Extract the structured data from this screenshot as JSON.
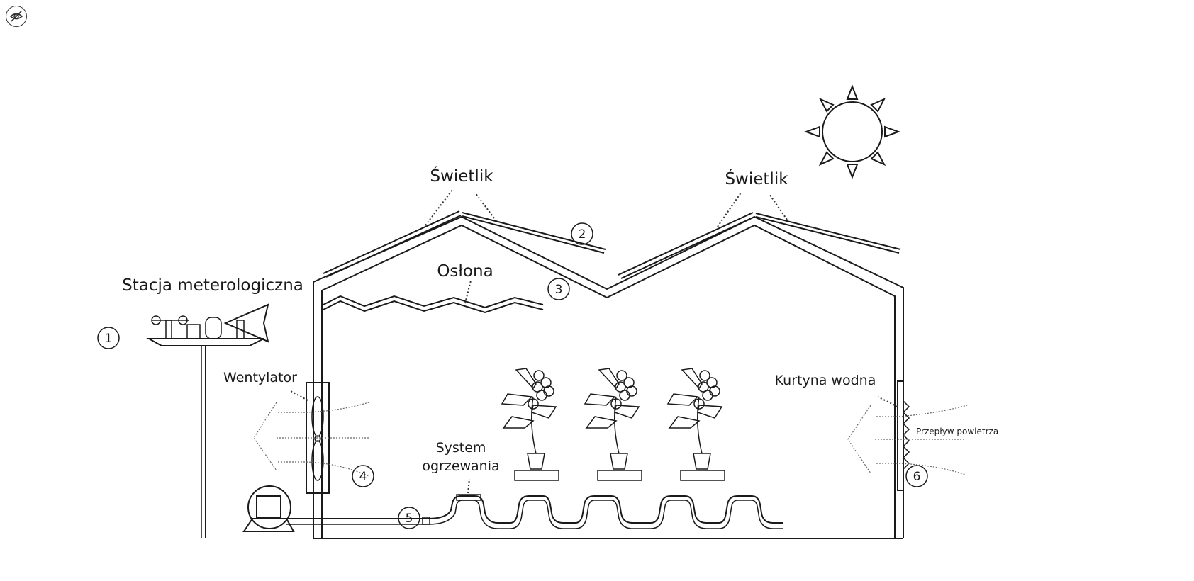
{
  "toolbar": {
    "visibility_icon": "eye-slash-icon"
  },
  "labels": {
    "skylight_left": "Świetlik",
    "skylight_right": "Świetlik",
    "screen": "Osłona",
    "weather_station": "Stacja meterologiczna",
    "fan": "Wentylator",
    "water_curtain": "Kurtyna wodna",
    "airflow": "Przepływ powietrza",
    "heating_line1": "System",
    "heating_line2": "ogrzewania"
  },
  "markers": [
    "1",
    "2",
    "3",
    "4",
    "5",
    "6"
  ]
}
